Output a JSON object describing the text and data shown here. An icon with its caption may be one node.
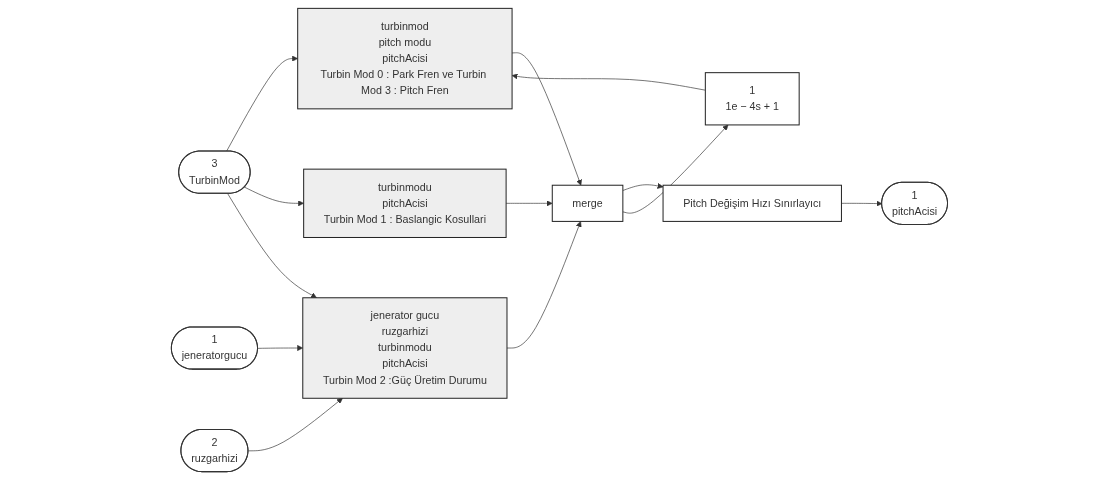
{
  "diagram": {
    "nodes": [
      {
        "text": [
          "3",
          "TurbinMod"
        ]
      },
      {
        "text": [
          "1",
          "jeneratorgucu"
        ]
      },
      {
        "text": [
          "2",
          "ruzgarhizi"
        ]
      },
      {
        "text": [
          "turbinmod",
          "pitch modu",
          "pitchAcisi",
          "Turbin Mod 0 : Park Fren ve Turbin Mod 3 : Pitch Fren"
        ]
      },
      {
        "text": [
          "turbinmodu",
          "pitchAcisi",
          "Turbin Mod 1 : Baslangic Kosullari"
        ]
      },
      {
        "text": [
          "jenerator gucu",
          "ruzgarhizi",
          "turbinmodu",
          "pitchAcisi",
          "Turbin Mod 2 :Güç Üretim Durumu"
        ]
      },
      {
        "text": [
          "1",
          "1e − 4s + 1"
        ]
      },
      {
        "text": [
          "merge"
        ]
      },
      {
        "text": [
          "Pitch Değişim Hızı Sınırlayıcı"
        ]
      },
      {
        "text": [
          "1",
          "pitchAcisi"
        ]
      }
    ],
    "edges": [
      {
        "from": 0,
        "to": 3,
        "arrow": "to"
      },
      {
        "from": 0,
        "to": 4,
        "arrow": "to"
      },
      {
        "from": 0,
        "to": 5,
        "arrow": "to"
      },
      {
        "from": 1,
        "to": 5,
        "arrow": "to"
      },
      {
        "from": 2,
        "to": 5,
        "arrow": "to"
      },
      {
        "from": 3,
        "to": 7,
        "arrow": "to"
      },
      {
        "from": 4,
        "to": 7,
        "arrow": "to"
      },
      {
        "from": 5,
        "to": 7,
        "arrow": "to"
      },
      {
        "from": 7,
        "to": 8,
        "arrow": "to"
      },
      {
        "from": 7,
        "to": 6,
        "arrow": "to"
      },
      {
        "from": 6,
        "to": 3,
        "arrow": "to"
      },
      {
        "from": 8,
        "to": 9,
        "arrow": "to"
      }
    ]
  }
}
